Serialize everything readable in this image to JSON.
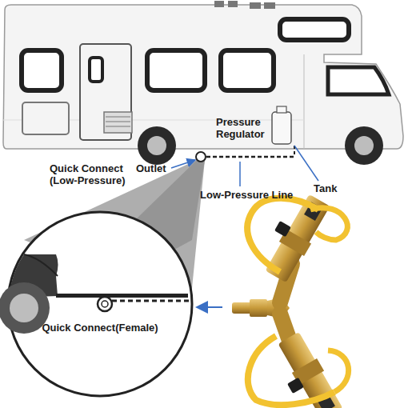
{
  "diagram": {
    "labels": [
      "Pressure Regulator",
      "Quick Connect (Low-Pressure)",
      "Outlet",
      "Low-Pressure Line",
      "Tank",
      "Quick Connect(Female)"
    ]
  }
}
